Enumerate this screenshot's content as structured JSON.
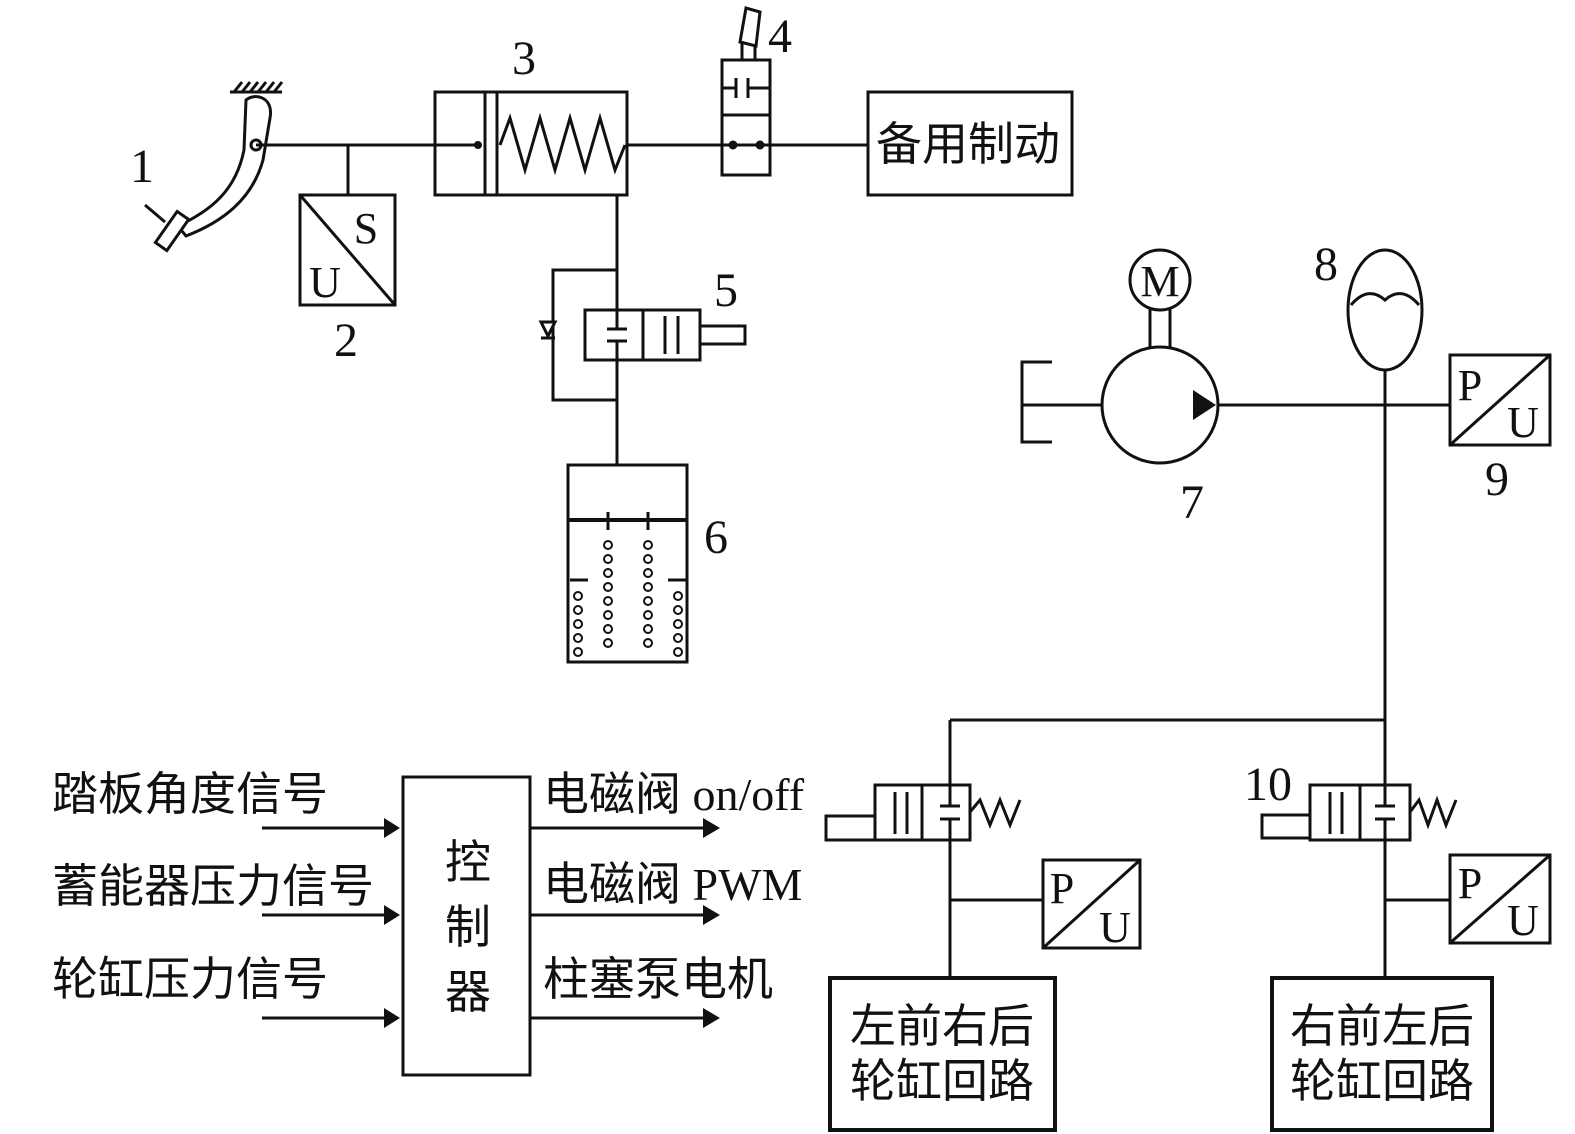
{
  "diagram": {
    "pedal": {
      "number": "1"
    },
    "pedal_sensor": {
      "number": "2",
      "s_label": "S",
      "u_label": "U"
    },
    "master_cylinder": {
      "number": "3"
    },
    "backup_valve": {
      "number": "4"
    },
    "backup_brake": {
      "label": "备用制动"
    },
    "simulator_valve": {
      "number": "5"
    },
    "pedal_simulator": {
      "number": "6"
    },
    "pump": {
      "number": "7"
    },
    "motor": {
      "label": "M"
    },
    "accumulator": {
      "number": "8"
    },
    "accumulator_sensor": {
      "number": "9",
      "p_label": "P",
      "u_label": "U"
    },
    "left_pressure_sensor": {
      "p_label": "P",
      "u_label": "U"
    },
    "right_valve": {
      "number": "10"
    },
    "right_pressure_sensor": {
      "p_label": "P",
      "u_label": "U"
    },
    "left_circuit": {
      "line1": "左前右后",
      "line2": "轮缸回路"
    },
    "right_circuit": {
      "line1": "右前左后",
      "line2": "轮缸回路"
    }
  },
  "controller": {
    "label_chars": [
      "控",
      "制",
      "器"
    ],
    "inputs": [
      "踏板角度信号",
      "蓄能器压力信号",
      "轮缸压力信号"
    ],
    "outputs": [
      "电磁阀 on/off",
      "电磁阀 PWM",
      "柱塞泵电机"
    ]
  }
}
